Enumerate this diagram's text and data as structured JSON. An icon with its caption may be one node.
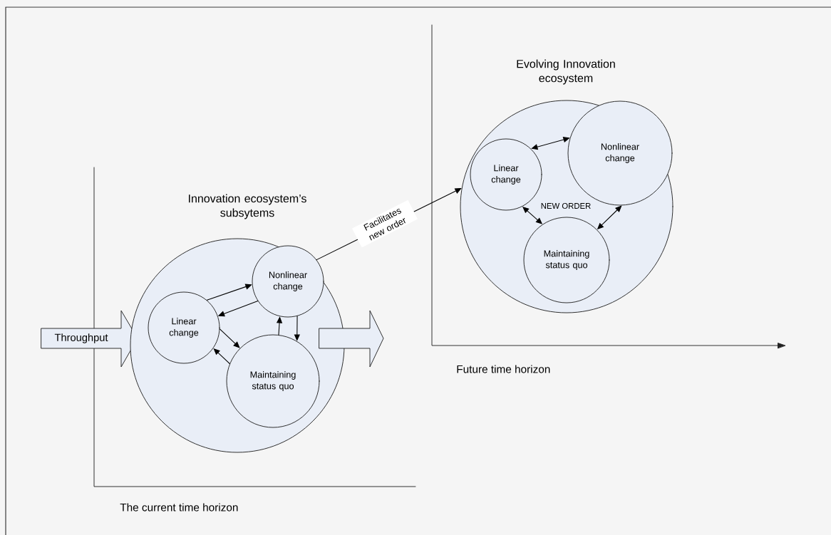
{
  "diagram": {
    "nodes": [
      {
        "text": [
          "Throughput"
        ]
      },
      {
        "text": [
          "Innovation ecosystem’s subsytems"
        ]
      },
      {
        "text": [
          "Linear change"
        ],
        "in": 1
      },
      {
        "text": [
          "Nonlinear change"
        ],
        "in": 1
      },
      {
        "text": [
          "Maintaining status quo"
        ],
        "in": 1
      },
      {
        "text": [],
        "shape": "arrow"
      },
      {
        "text": [
          "Evolving Innovation ecosystem",
          "NEW ORDER"
        ]
      },
      {
        "text": [
          "Linear change"
        ],
        "in": 6
      },
      {
        "text": [
          "Nonlinear change"
        ],
        "in": 6
      },
      {
        "text": [
          "Maintaining status quo"
        ],
        "in": 6
      }
    ],
    "edges": [
      {
        "from": 2,
        "to": 3,
        "arrow": "to"
      },
      {
        "from": 3,
        "to": 2,
        "arrow": "to"
      },
      {
        "from": 2,
        "to": 4,
        "arrow": "to"
      },
      {
        "from": 4,
        "to": 2,
        "arrow": "to"
      },
      {
        "from": 4,
        "to": 3,
        "arrow": "to"
      },
      {
        "from": 3,
        "to": 4,
        "arrow": "to"
      },
      {
        "from": 3,
        "to": 6,
        "arrow": "to",
        "label": "Facilitates new order"
      },
      {
        "from": 7,
        "to": 8,
        "arrow": "both"
      },
      {
        "from": 7,
        "to": 9,
        "arrow": "both"
      },
      {
        "from": 8,
        "to": 9,
        "arrow": "both"
      }
    ],
    "labels": [
      "The current time horizon",
      "Future time horizon"
    ]
  }
}
